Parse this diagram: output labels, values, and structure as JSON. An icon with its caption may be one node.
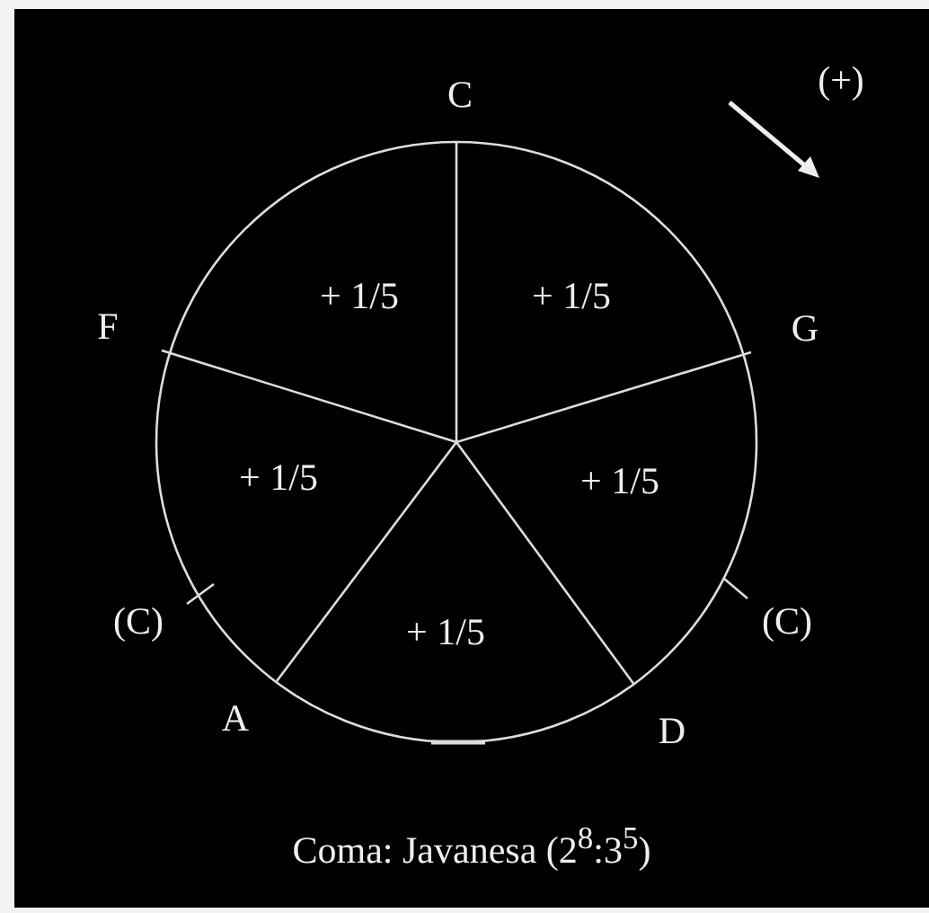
{
  "diagram": {
    "caption": "Coma: Javanesa (2$^{8}$:3$^{5}$)",
    "labels": [
      "C",
      "(+)",
      "+ 1/5",
      "+ 1/5",
      "F",
      "G",
      "+ 1/5",
      "+ 1/5",
      "(C)",
      "+ 1/5",
      "(C)",
      "A",
      "D"
    ]
  }
}
